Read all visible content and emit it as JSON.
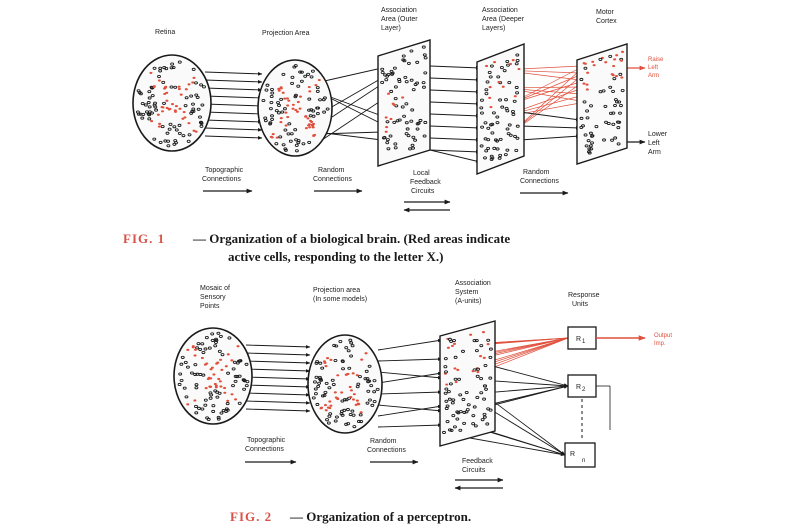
{
  "fig1": {
    "labels": {
      "retina": "Retina",
      "projection_area": "Projection Area",
      "assoc_outer_1": "Association",
      "assoc_outer_2": "Area (Outer",
      "assoc_outer_3": "Layer)",
      "assoc_deeper_1": "Association",
      "assoc_deeper_2": "Area (Deeper",
      "assoc_deeper_3": "Layers)",
      "motor_1": "Motor",
      "motor_2": "Cortex",
      "raise_1": "Raise",
      "raise_2": "Left",
      "raise_3": "Arm",
      "lower_1": "Lower",
      "lower_2": "Left",
      "lower_3": "Arm",
      "topo_1": "Topographic",
      "topo_2": "Connections",
      "random_1": "Random",
      "random_2": "Connections",
      "local_1": "Local",
      "local_2": "Feedback",
      "local_3": "Circuits",
      "random2_1": "Random",
      "random2_2": "Connections"
    },
    "caption": {
      "fig": "FIG. 1",
      "line1": "— Organization of a biological brain. (Red areas indicate",
      "line2": "active cells, responding to the letter X.)"
    }
  },
  "fig2": {
    "labels": {
      "mosaic_1": "Mosaic of",
      "mosaic_2": "Sensory",
      "mosaic_3": "Points",
      "proj_1": "Projection area",
      "proj_2": "(In some models)",
      "assoc_1": "Association",
      "assoc_2": "System",
      "assoc_3": "(A-units)",
      "resp_1": "Response",
      "resp_2": "Units",
      "r1": "R",
      "r1_sub": "1",
      "r2": "R",
      "r2_sub": "2",
      "rn": "R",
      "rn_sub": "n",
      "output_1": "Output",
      "output_2": "Imp.",
      "topo_1": "Topographic",
      "topo_2": "Connections",
      "random_1": "Random",
      "random_2": "Connections",
      "feedback_1": "Feedback",
      "feedback_2": "Circuits"
    },
    "caption": {
      "fig": "FIG. 2",
      "line1": "— Organization of a perceptron."
    }
  },
  "colors": {
    "ink": "#1a1a1a",
    "red": "#e0503c",
    "caption_red": "#d9534a"
  }
}
